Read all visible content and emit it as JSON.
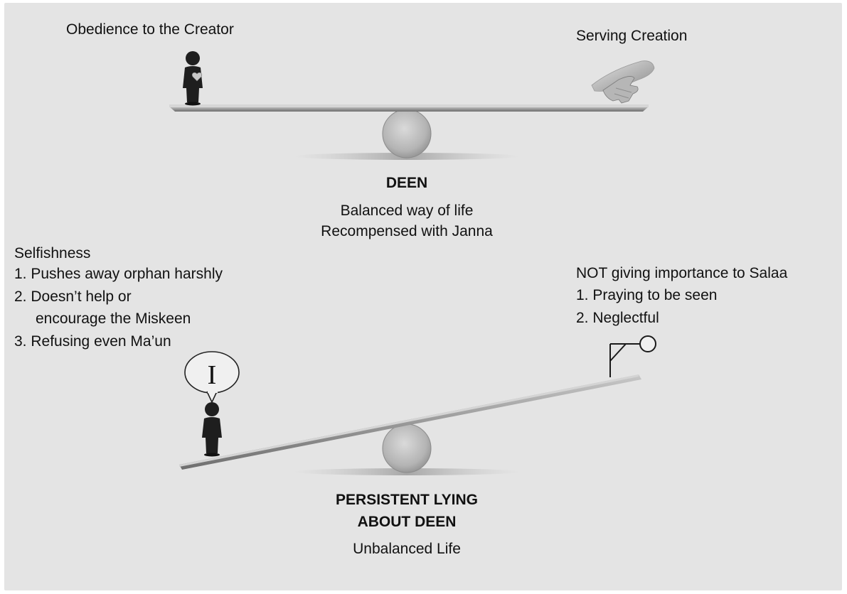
{
  "top": {
    "left_label": "Obedience to the Creator",
    "right_label": "Serving Creation",
    "title": "DEEN",
    "subtitle_1": "Balanced way of life",
    "subtitle_2": "Recompensed with Janna"
  },
  "bottom": {
    "left_heading": "Selfishness",
    "left_items": [
      "1. Pushes away orphan harshly",
      "2. Doesn’t help or",
      "encourage the Miskeen",
      "3. Refusing even Ma’un"
    ],
    "right_heading": "NOT giving importance to Salaa",
    "right_items": [
      "1. Praying to be seen",
      "2. Neglectful"
    ],
    "speech_letter": "I",
    "title_1": "PERSISTENT LYING",
    "title_2": "ABOUT DEEN",
    "subtitle": "Unbalanced Life"
  }
}
